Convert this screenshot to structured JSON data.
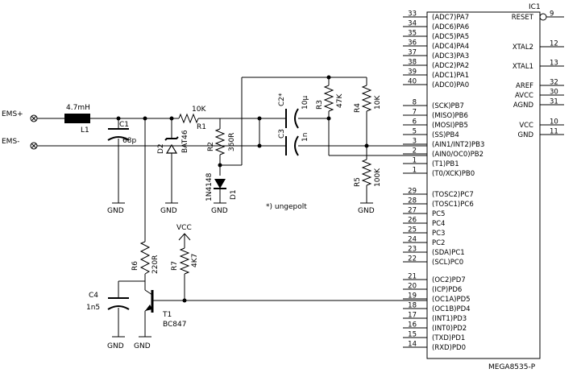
{
  "ic": {
    "ref": "IC1",
    "part": "MEGA8535-P",
    "left_pins": [
      {
        "num": "33",
        "label": "(ADC7)PA7"
      },
      {
        "num": "34",
        "label": "(ADC6)PA6"
      },
      {
        "num": "35",
        "label": "(ADC5)PA5"
      },
      {
        "num": "36",
        "label": "(ADC4)PA4"
      },
      {
        "num": "37",
        "label": "(ADC3)PA3"
      },
      {
        "num": "38",
        "label": "(ADC2)PA2"
      },
      {
        "num": "39",
        "label": "(ADC1)PA1"
      },
      {
        "num": "40",
        "label": "(ADC0)PA0"
      },
      {
        "num": "8",
        "label": "(SCK)PB7"
      },
      {
        "num": "7",
        "label": "(MISO)PB6"
      },
      {
        "num": "6",
        "label": "(MOSI)PB5"
      },
      {
        "num": "5",
        "label": "(SS)PB4"
      },
      {
        "num": "3",
        "label": "(AIN1/INT2)PB3"
      },
      {
        "num": "2",
        "label": "(AIN0/OC0)PB2"
      },
      {
        "num": "1",
        "label": "(T1)PB1"
      },
      {
        "num": "1",
        "label": "(T0/XCK)PB0"
      },
      {
        "num": "29",
        "label": "(TOSC2)PC7"
      },
      {
        "num": "28",
        "label": "(TOSC1)PC6"
      },
      {
        "num": "27",
        "label": "PC5"
      },
      {
        "num": "26",
        "label": "PC4"
      },
      {
        "num": "25",
        "label": "PC3"
      },
      {
        "num": "24",
        "label": "PC2"
      },
      {
        "num": "23",
        "label": "(SDA)PC1"
      },
      {
        "num": "22",
        "label": "(SCL)PC0"
      },
      {
        "num": "21",
        "label": "(OC2)PD7"
      },
      {
        "num": "20",
        "label": "(ICP)PD6"
      },
      {
        "num": "19",
        "label": "(OC1A)PD5"
      },
      {
        "num": "18",
        "label": "(OC1B)PD4"
      },
      {
        "num": "17",
        "label": "(INT1)PD3"
      },
      {
        "num": "16",
        "label": "(INT0)PD2"
      },
      {
        "num": "15",
        "label": "(TXD)PD1"
      },
      {
        "num": "14",
        "label": "(RXD)PD0"
      }
    ],
    "right_pins": [
      {
        "num": "9",
        "label": "RESET"
      },
      {
        "num": "12",
        "label": "XTAL2"
      },
      {
        "num": "13",
        "label": "XTAL1"
      },
      {
        "num": "32",
        "label": "AREF"
      },
      {
        "num": "30",
        "label": "AVCC"
      },
      {
        "num": "31",
        "label": "AGND"
      },
      {
        "num": "10",
        "label": "VCC"
      },
      {
        "num": "11",
        "label": "GND"
      }
    ]
  },
  "inputs": {
    "plus": "EMS+",
    "minus": "EMS-"
  },
  "components": {
    "l1": {
      "ref": "L1",
      "value": "4.7mH"
    },
    "c1": {
      "ref": "C1",
      "value": "68p"
    },
    "r1": {
      "ref": "R1",
      "value": "10K"
    },
    "d2": {
      "ref": "D2",
      "value": "BAT46"
    },
    "r2": {
      "ref": "R2",
      "value": "360R"
    },
    "d1": {
      "ref": "D1",
      "value": "1N4148"
    },
    "c2": {
      "ref": "C2*",
      "value": "10µ"
    },
    "c3": {
      "ref": "C3",
      "value": "1n"
    },
    "r3": {
      "ref": "R3",
      "value": "47K"
    },
    "r4": {
      "ref": "R4",
      "value": "10K"
    },
    "r5": {
      "ref": "R5",
      "value": "100K"
    },
    "r6": {
      "ref": "R6",
      "value": "220R"
    },
    "r7": {
      "ref": "R7",
      "value": "4K7"
    },
    "c4": {
      "ref": "C4",
      "value": "1n5"
    },
    "t1": {
      "ref": "T1",
      "value": "BC847"
    }
  },
  "supply": {
    "vcc": "VCC",
    "gnd": "GND"
  },
  "note": "*) ungepolt"
}
